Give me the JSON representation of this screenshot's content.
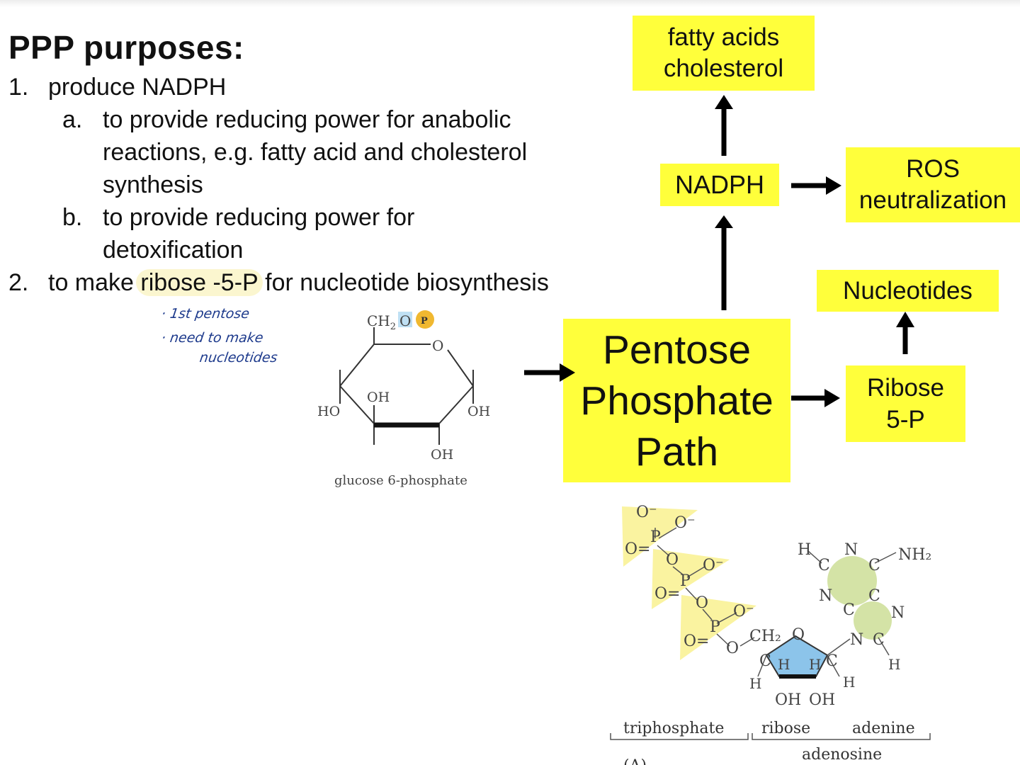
{
  "heading": "PPP purposes:",
  "list": {
    "item1": {
      "num": "1.",
      "text": "produce NADPH"
    },
    "item1a": {
      "letter": "a.",
      "lines": [
        "to provide reducing power for anabolic",
        "reactions, e.g. fatty acid and cholesterol",
        "synthesis"
      ]
    },
    "item1b": {
      "letter": "b.",
      "lines": [
        "to provide reducing power for",
        "detoxification"
      ]
    },
    "item2": {
      "num": "2.",
      "pre": "to make",
      "highlight": "ribose -5-P",
      "post": "for nucleotide biosynthesis"
    }
  },
  "handwritten_notes": [
    "· 1st pentose",
    "· need to make",
    "nucleotides"
  ],
  "boxes": {
    "fatty": [
      "fatty acids",
      "cholesterol"
    ],
    "nadph": "NADPH",
    "ros": [
      "ROS",
      "neutralization"
    ],
    "nucleotides": "Nucleotides",
    "ppp": [
      "Pentose",
      "Phosphate",
      "Path"
    ],
    "ribose": [
      "Ribose",
      "5-P"
    ]
  },
  "glucose": {
    "ch2": "CH",
    "sub2": "2",
    "o": "O",
    "p": "P",
    "ring_o": "O",
    "oh_inner": "OH",
    "ho_left": "HO",
    "oh_right": "OH",
    "oh_bottom": "OH",
    "caption": "glucose 6-phosphate"
  },
  "atp": {
    "o_minus": "O⁻",
    "o_eq": "O=",
    "p": "P",
    "o": "O",
    "ch2": "CH₂",
    "h": "H",
    "c": "C",
    "n": "N",
    "nh2": "NH₂",
    "oh": "OH",
    "label_triphosphate": "triphosphate",
    "label_ribose": "ribose",
    "label_adenine": "adenine",
    "label_adenosine": "adenosine",
    "label_panel": "(A)"
  },
  "colors": {
    "box_yellow": "#ffff3b",
    "highlight": "#fbf6cf",
    "handwriting": "#1d3a8c",
    "phosphate_yellow": "#faf3a0",
    "ribose_blue": "#8cc4ea",
    "adenine_green": "#d4e3a6",
    "phosphate_circle": "#f0b830"
  }
}
